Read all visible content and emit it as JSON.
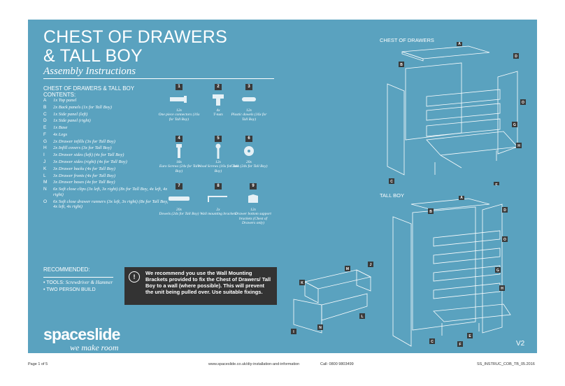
{
  "header": {
    "title_line1": "CHEST OF DRAWERS",
    "title_line2": "& TALL BOY",
    "subtitle": "Assembly Instructions"
  },
  "contents": {
    "heading1": "CHEST OF DRAWERS & TALL BOY",
    "heading2": "CONTENTS:",
    "parts": [
      {
        "letter": "A",
        "desc": "1x Top panel"
      },
      {
        "letter": "B",
        "desc": "2x Back panels (1x for Tall Boy)"
      },
      {
        "letter": "C",
        "desc": "1x Side panel (left)"
      },
      {
        "letter": "D",
        "desc": "1x Side panel (right)"
      },
      {
        "letter": "E",
        "desc": "1x Base"
      },
      {
        "letter": "F",
        "desc": "4x Legs"
      },
      {
        "letter": "G",
        "desc": "2x Drawer infills (3x for Tall Boy)"
      },
      {
        "letter": "H",
        "desc": "2x Infill covers (3x for Tall Boy)"
      },
      {
        "letter": "I",
        "desc": "3x Drawer sides (left) (4x for Tall Boy)"
      },
      {
        "letter": "J",
        "desc": "3x Drawer sides (right) (4x for Tall Boy)"
      },
      {
        "letter": "K",
        "desc": "3x Drawer backs (4x for Tall Boy)"
      },
      {
        "letter": "L",
        "desc": "3x Drawer fronts (4x for Tall Boy)"
      },
      {
        "letter": "M",
        "desc": "3x Drawer bases (4x for Tall Boy)"
      },
      {
        "letter": "N",
        "desc": "6x Soft close clips (3x left, 3x right) (8x for Tall Boy, 4x left, 4x right)"
      },
      {
        "letter": "O",
        "desc": "6x Soft close drawer runners (3x left, 3x right) (8x for Tall Boy, 4x left, 4x right)"
      }
    ]
  },
  "hardware": [
    {
      "num": "1",
      "qty": "12x",
      "desc": "One piece connectors (16x for Tall Boy)"
    },
    {
      "num": "2",
      "qty": "4x",
      "desc": "T-nuts"
    },
    {
      "num": "3",
      "qty": "12x",
      "desc": "Plastic dowels (16x for Tall Boy)"
    },
    {
      "num": "4",
      "qty": "18x",
      "desc": "Euro Screws (24x for Tall Boy)"
    },
    {
      "num": "5",
      "qty": "12x",
      "desc": "Wood Screws (16x for Tall Boy)"
    },
    {
      "num": "6",
      "qty": "20x",
      "desc": "Cams (24x for Tall Boy)"
    },
    {
      "num": "7",
      "qty": "20x",
      "desc": "Dowels (24x for Tall Boy)"
    },
    {
      "num": "8",
      "qty": "2x",
      "desc": "Wall mounting brackets"
    },
    {
      "num": "9",
      "qty": "12x",
      "desc": "Drawer bottom support brackets (Chest of Drawers only)"
    }
  ],
  "recommended": {
    "heading": "RECOMMENDED:",
    "tools_label": "TOOLS:",
    "tools_value": "Screwdriver & Hammer",
    "two_person": "TWO PERSON BUILD"
  },
  "warning": {
    "icon": "!",
    "text": "We recommend you use the Wall Mounting Brackets provided to fix the Chest of Drawers/ Tall Boy to a wall (where possible). This will prevent the unit being pulled over. Use suitable fixings."
  },
  "brand": {
    "logo": "spaceslide",
    "tagline": "we make room"
  },
  "diagrams": {
    "chest_title": "CHEST OF DRAWERS",
    "tallboy_title": "TALL BOY",
    "version": "V2",
    "chest_labels": [
      "A",
      "B",
      "C",
      "D",
      "E",
      "F",
      "G",
      "H",
      "O"
    ],
    "tallboy_labels": [
      "A",
      "B",
      "C",
      "D",
      "E",
      "F",
      "G",
      "H",
      "O"
    ],
    "drawer_labels": [
      "I",
      "J",
      "K",
      "L",
      "M",
      "N"
    ]
  },
  "footer": {
    "page": "Page 1 of 5",
    "url": "www.spaceslide.co.uk/diy-installation-and-information",
    "call": "Call: 0800 9803499",
    "code": "SS_INSTRUC_COB_TB_05.2016"
  },
  "colors": {
    "panel": "#5aa2bf",
    "warning_bg": "#333333",
    "number_bg": "#3a3a3a"
  }
}
